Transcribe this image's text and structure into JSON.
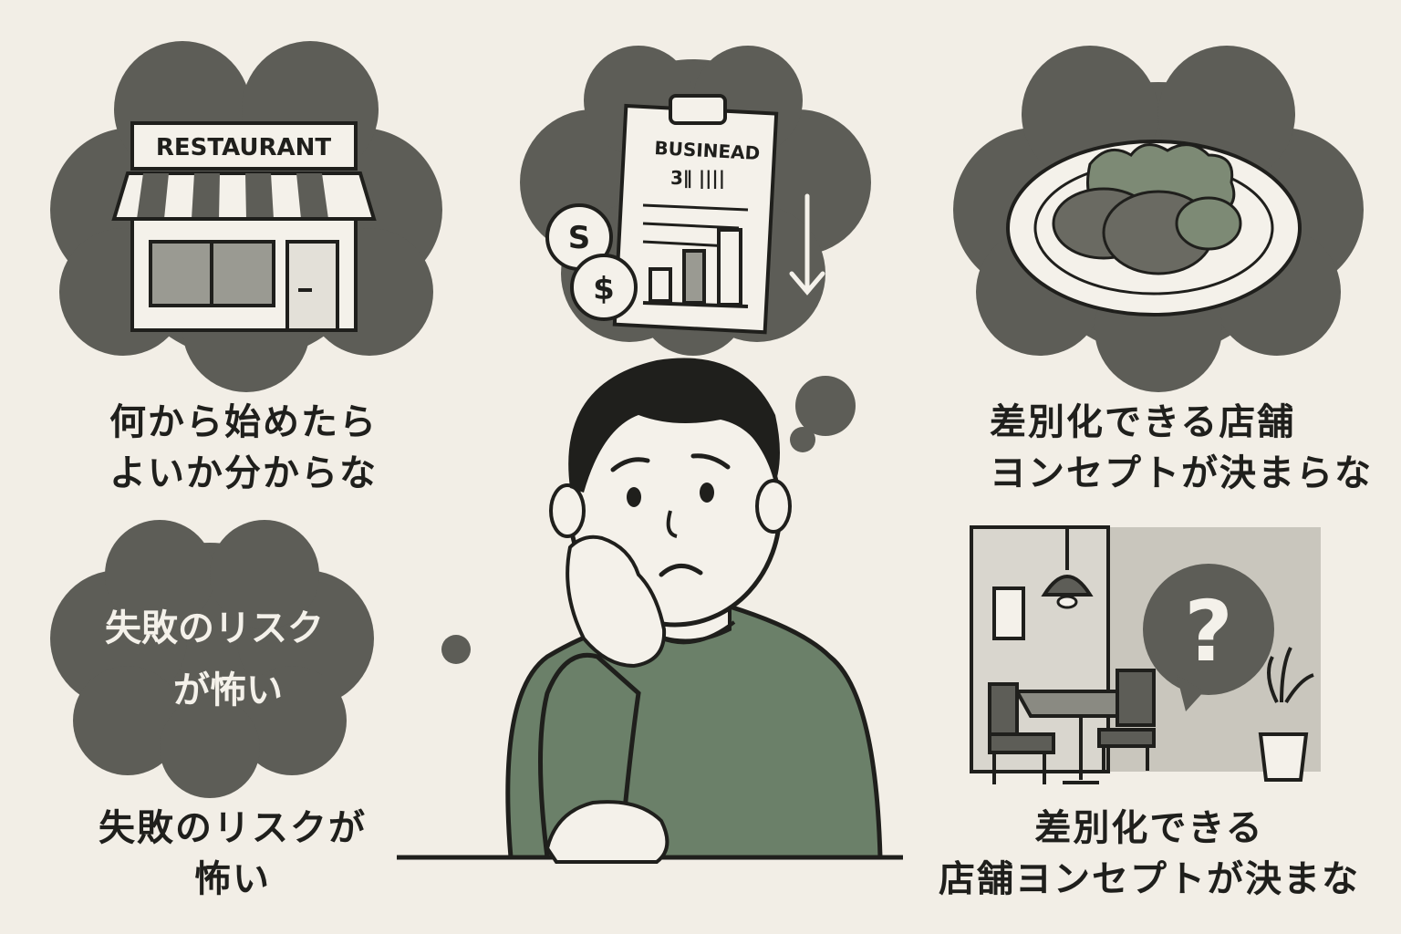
{
  "colors": {
    "background": "#f2eee6",
    "bubble": "#5d5d57",
    "sweater": "#6b8069",
    "ink": "#1f1f1c",
    "paper": "#f4f1ea"
  },
  "thought_restaurant": {
    "sign_text": "RESTAURANT"
  },
  "thought_finance": {
    "document_title": "BUSINEAD",
    "document_subtitle": "3∥ ||||",
    "coin_symbol_1": "S",
    "coin_symbol_2": "$",
    "trend": "down-arrow-icon"
  },
  "thought_food": {
    "icon": "plate-icon"
  },
  "thought_risk": {
    "line1": "失敗のリスク",
    "line2": "が怖い"
  },
  "thought_question": {
    "symbol": "?"
  },
  "captions": {
    "top_left": [
      "何から始めたら",
      "よいか分からな"
    ],
    "top_right": [
      "差別化できる店舗",
      "ヨンセプトが決まらな"
    ],
    "bottom_left": [
      "失敗のリスクが",
      "怖い"
    ],
    "bottom_right": [
      "差別化できる",
      "店舗ヨンセプトが決まな"
    ]
  }
}
